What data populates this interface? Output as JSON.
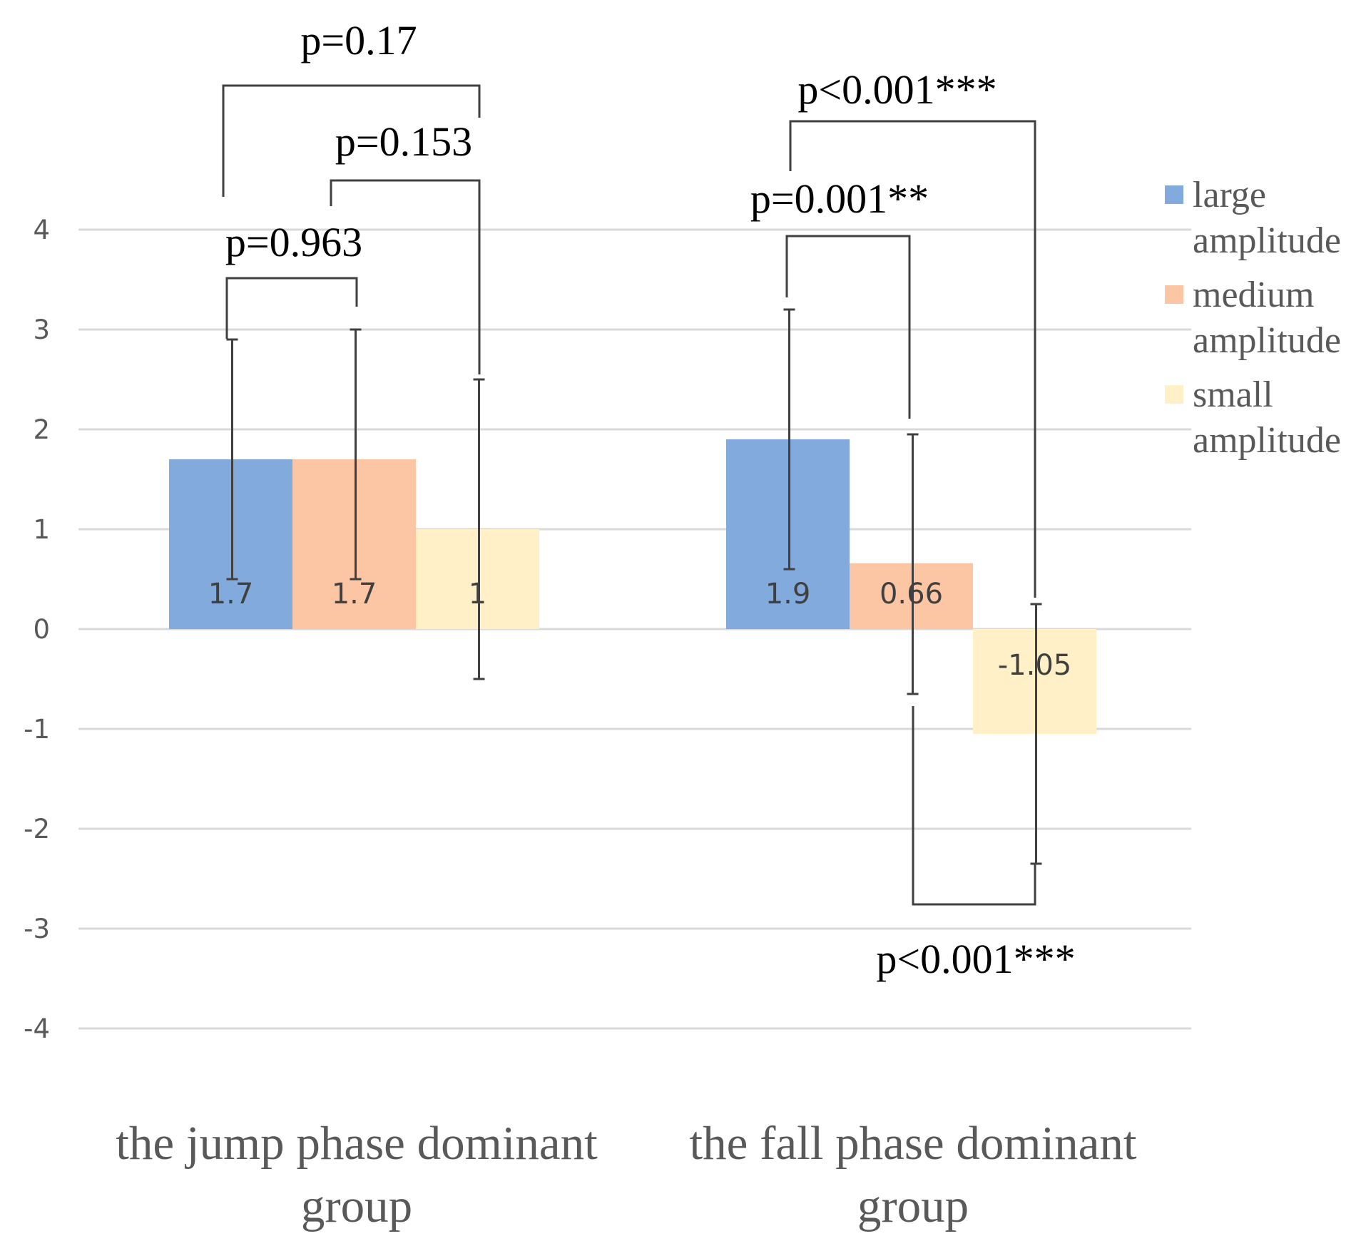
{
  "chart_data": {
    "type": "bar",
    "title": "",
    "xlabel": "",
    "ylabel": "",
    "ylim": [
      -4,
      4
    ],
    "yticks": [
      "4",
      "3",
      "2",
      "1",
      "0",
      "-1",
      "-2",
      "-3",
      "-4"
    ],
    "grid": true,
    "legend_position": "right",
    "categories": [
      [
        "the jump phase dominant",
        "group"
      ],
      [
        "the fall phase dominant",
        "group"
      ]
    ],
    "series": [
      {
        "name": [
          "large",
          "amplitude"
        ],
        "color": "#82AADC",
        "values": [
          1.7,
          1.9
        ],
        "labels": [
          "1.7",
          "1.9"
        ],
        "error_low": [
          0.5,
          0.6
        ],
        "error_high": [
          2.9,
          3.2
        ]
      },
      {
        "name": [
          "medium",
          "amplitude"
        ],
        "color": "#FCC6A4",
        "values": [
          1.7,
          0.66
        ],
        "labels": [
          "1.7",
          "0.66"
        ],
        "error_low": [
          0.5,
          -0.65
        ],
        "error_high": [
          3.0,
          1.95
        ]
      },
      {
        "name": [
          "small",
          "amplitude"
        ],
        "color": "#FFF0C8",
        "values": [
          1,
          -1.05
        ],
        "labels": [
          "1",
          "-1.05"
        ],
        "error_low": [
          -0.5,
          -2.35
        ],
        "error_high": [
          2.5,
          0.25
        ]
      }
    ],
    "significance": [
      {
        "label": "p=0.17",
        "group": 0,
        "from_series": 0,
        "to_series": 2
      },
      {
        "label": "p=0.153",
        "group": 0,
        "from_series": 1,
        "to_series": 2
      },
      {
        "label": "p=0.963",
        "group": 0,
        "from_series": 0,
        "to_series": 1
      },
      {
        "label": "p<0.001***",
        "group": 1,
        "from_series": 0,
        "to_series": 2
      },
      {
        "label": "p=0.001**",
        "group": 1,
        "from_series": 0,
        "to_series": 1
      },
      {
        "label": "p<0.001***",
        "group": 1,
        "from_series": 1,
        "to_series": 2
      }
    ]
  }
}
